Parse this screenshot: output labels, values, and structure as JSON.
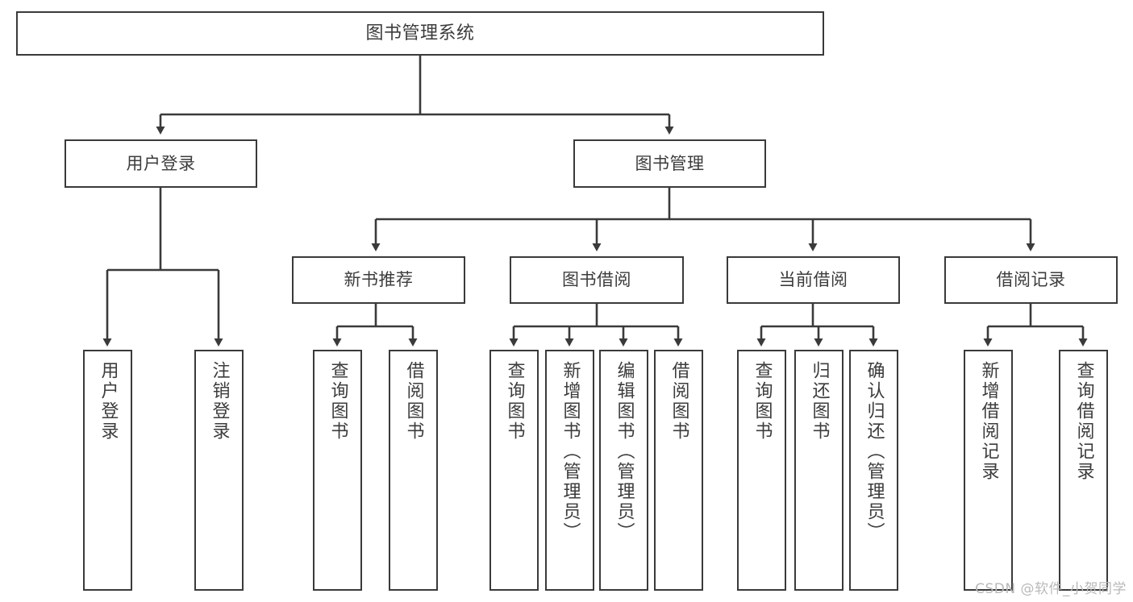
{
  "diagram": {
    "type": "tree-hierarchy-chart",
    "title": "图书管理系统",
    "line_color": "#3a3a3a",
    "box_fill": "#ffffff",
    "text_color": "#3c3c3c",
    "root": {
      "id": "root",
      "label": "图书管理系统",
      "orientation": "horizontal"
    },
    "level1": [
      {
        "id": "user-login",
        "label": "用户登录",
        "orientation": "horizontal"
      },
      {
        "id": "book-manage",
        "label": "图书管理",
        "orientation": "horizontal"
      }
    ],
    "level2": [
      {
        "id": "new-book-rec",
        "label": "新书推荐",
        "orientation": "horizontal",
        "parent": "book-manage"
      },
      {
        "id": "book-borrow",
        "label": "图书借阅",
        "orientation": "horizontal",
        "parent": "book-manage"
      },
      {
        "id": "current-borrow",
        "label": "当前借阅",
        "orientation": "horizontal",
        "parent": "book-manage"
      },
      {
        "id": "borrow-record",
        "label": "借阅记录",
        "orientation": "horizontal",
        "parent": "book-manage"
      }
    ],
    "leaves": [
      {
        "id": "leaf-user-login",
        "label": "用户登录",
        "parent": "user-login"
      },
      {
        "id": "leaf-logout-login",
        "label": "注销登录",
        "parent": "user-login"
      },
      {
        "id": "leaf-query-book-1",
        "label": "查询图书",
        "parent": "new-book-rec"
      },
      {
        "id": "leaf-borrow-book-1",
        "label": "借阅图书",
        "parent": "new-book-rec"
      },
      {
        "id": "leaf-query-book-2",
        "label": "查询图书",
        "parent": "book-borrow"
      },
      {
        "id": "leaf-add-book",
        "label": "新增图书（管理员）",
        "parent": "book-borrow"
      },
      {
        "id": "leaf-edit-book",
        "label": "编辑图书（管理员）",
        "parent": "book-borrow"
      },
      {
        "id": "leaf-borrow-book-2",
        "label": "借阅图书",
        "parent": "book-borrow"
      },
      {
        "id": "leaf-query-book-3",
        "label": "查询图书",
        "parent": "current-borrow"
      },
      {
        "id": "leaf-return-book",
        "label": "归还图书",
        "parent": "current-borrow"
      },
      {
        "id": "leaf-confirm-return",
        "label": "确认归还（管理员）",
        "parent": "current-borrow"
      },
      {
        "id": "leaf-add-record",
        "label": "新增借阅记录",
        "parent": "borrow-record"
      },
      {
        "id": "leaf-query-record",
        "label": "查询借阅记录",
        "parent": "borrow-record"
      }
    ]
  },
  "watermark": {
    "text": "CSDN @软件_小贺同学"
  }
}
